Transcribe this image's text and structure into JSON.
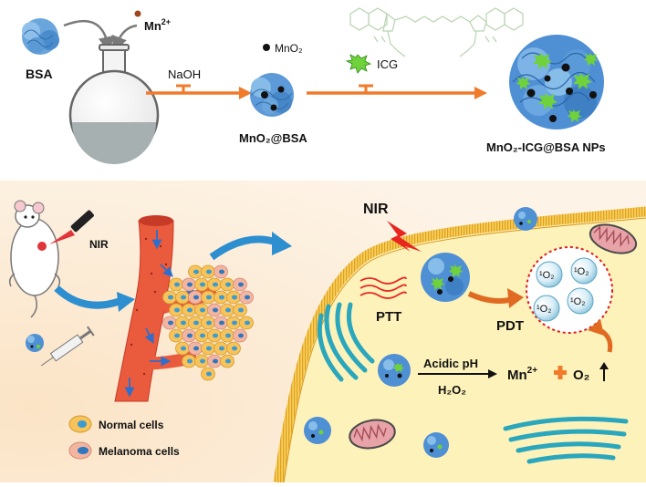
{
  "synthesis": {
    "bsa_label": "BSA",
    "mn_base": "Mn",
    "mn_sup": "2+",
    "naoh_label": "NaOH",
    "mno2_legend": "MnO₂",
    "icg_legend": "ICG",
    "mno2_bsa_label": "MnO₂@BSA",
    "product_label": "MnO₂-ICG@BSA NPs"
  },
  "mouse": {
    "nir_label": "NIR"
  },
  "legend": {
    "normal_cells": "Normal cells",
    "melanoma_cells": "Melanoma cells"
  },
  "cell": {
    "nir_label": "NIR",
    "ptt_label": "PTT",
    "pdt_label": "PDT",
    "singlet_oxygen": "¹O₂",
    "acidic_label": "Acidic pH",
    "h2o2_label": "H₂O₂",
    "mn_product_base": "Mn",
    "mn_product_sup": "2+",
    "o2_label": "O₂"
  },
  "colors": {
    "arrow_orange": "#f07b2a",
    "particle_blue": "#3f7fc9",
    "icg_green": "#6fd23a",
    "vessel_red": "#e94a35",
    "membrane_yellow": "#f3ba2c",
    "cytoplasm": "#fdf1b8",
    "organelle_teal": "#3bb6c8",
    "flow_arrow": "#2d8ed0"
  }
}
